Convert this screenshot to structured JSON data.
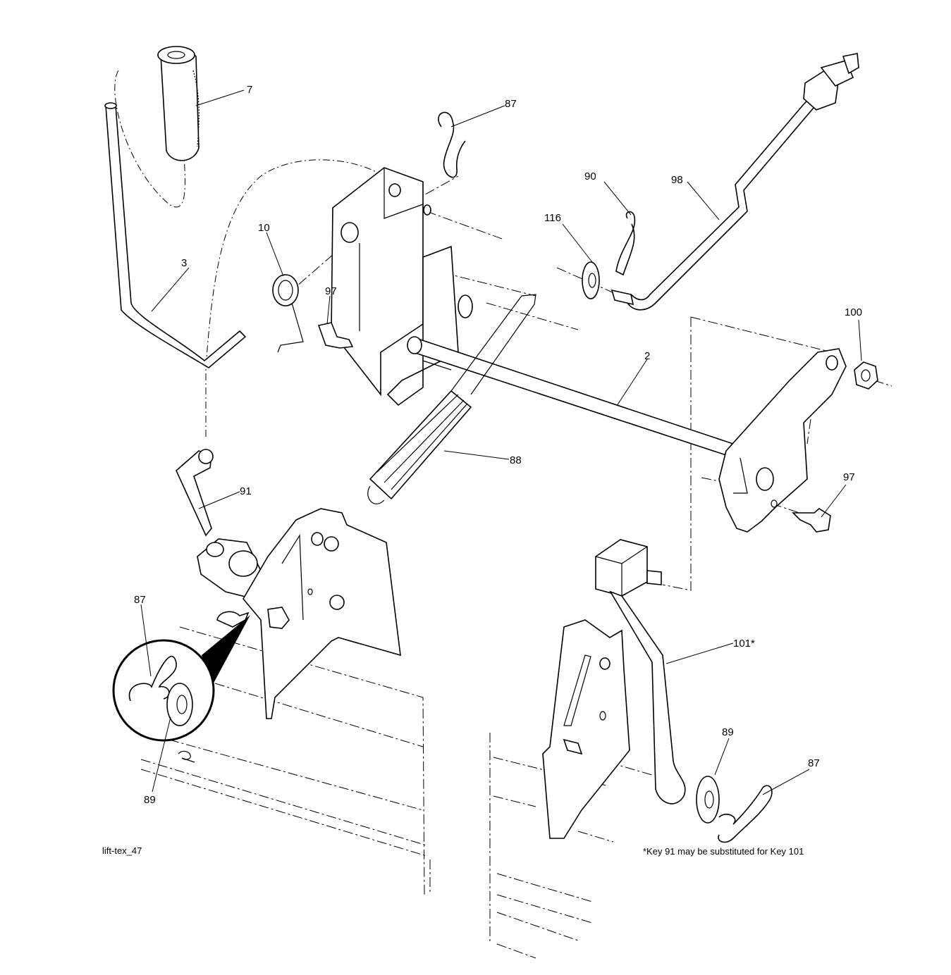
{
  "callouts": {
    "c7": "7",
    "c87a": "87",
    "c90": "90",
    "c98": "98",
    "c116": "116",
    "c10": "10",
    "c3": "3",
    "c97a": "97",
    "c100": "100",
    "c2": "2",
    "c88": "88",
    "c97b": "97",
    "c91": "91",
    "c87b": "87",
    "c101": "101*",
    "c89a": "89",
    "c89b": "89",
    "c87c": "87"
  },
  "figure_id": "lift-tex_47",
  "footnote": "*Key 91 may be substituted for Key 101"
}
